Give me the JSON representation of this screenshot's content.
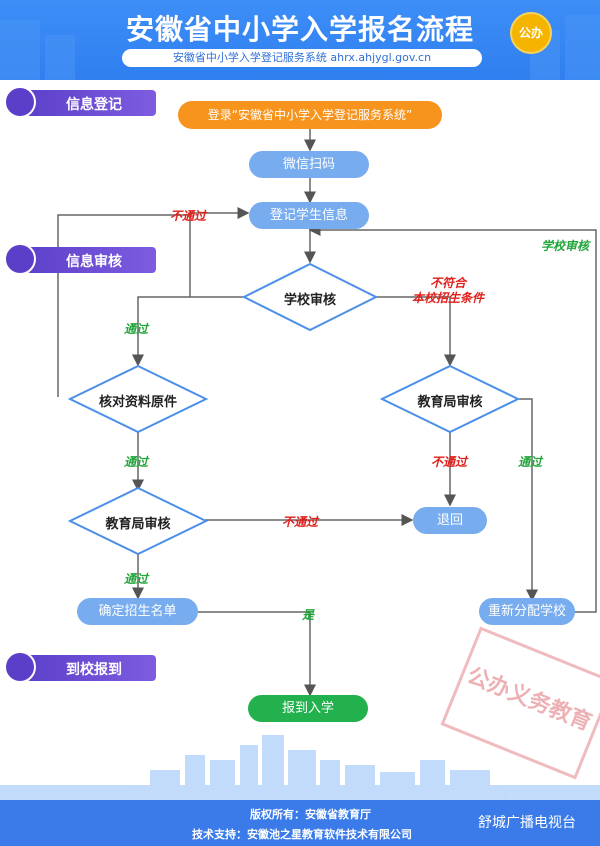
{
  "header": {
    "title": "安徽省中小学入学报名流程",
    "subtitle": "安徽省中小学入学登记服务系统  ahrx.ahjygl.gov.cn",
    "badge": "公办"
  },
  "sections": {
    "register": "信息登记",
    "review": "信息审核",
    "report": "到校报到"
  },
  "nodes": {
    "login": "登录“安徽省中小学入学登记服务系统”",
    "wechat": "微信扫码",
    "register_info": "登记学生信息",
    "school_review": "学校审核",
    "verify_docs": "核对资料原件",
    "bureau_review_right": "教育局审核",
    "bureau_review_left": "教育局审核",
    "return": "退回",
    "confirm_list": "确定招生名单",
    "reassign": "重新分配学校",
    "report": "报到入学"
  },
  "edge_labels": {
    "fail_top": "不通过",
    "school_review_right": "学校审核",
    "pass_1": "通过",
    "not_qualified": "不符合\n本校招生条件",
    "pass_2": "通过",
    "fail_right": "不通过",
    "pass_right": "通过",
    "fail_mid": "不通过",
    "pass_3": "通过",
    "yes": "是"
  },
  "stamp": "公办义务教育",
  "footer": {
    "copyright": "版权所有：安徽省教育厅",
    "support": "技术支持：安徽池之星教育软件技术有限公司",
    "brand": "舒城广播电视台"
  },
  "colors": {
    "header": "#2f7ff0",
    "node_blue": "#77acef",
    "node_orange": "#f7941d",
    "node_green": "#23b14d",
    "tag_purple": "#5b3fc8",
    "fail_red": "#e0201b",
    "pass_green": "#22a53a"
  }
}
